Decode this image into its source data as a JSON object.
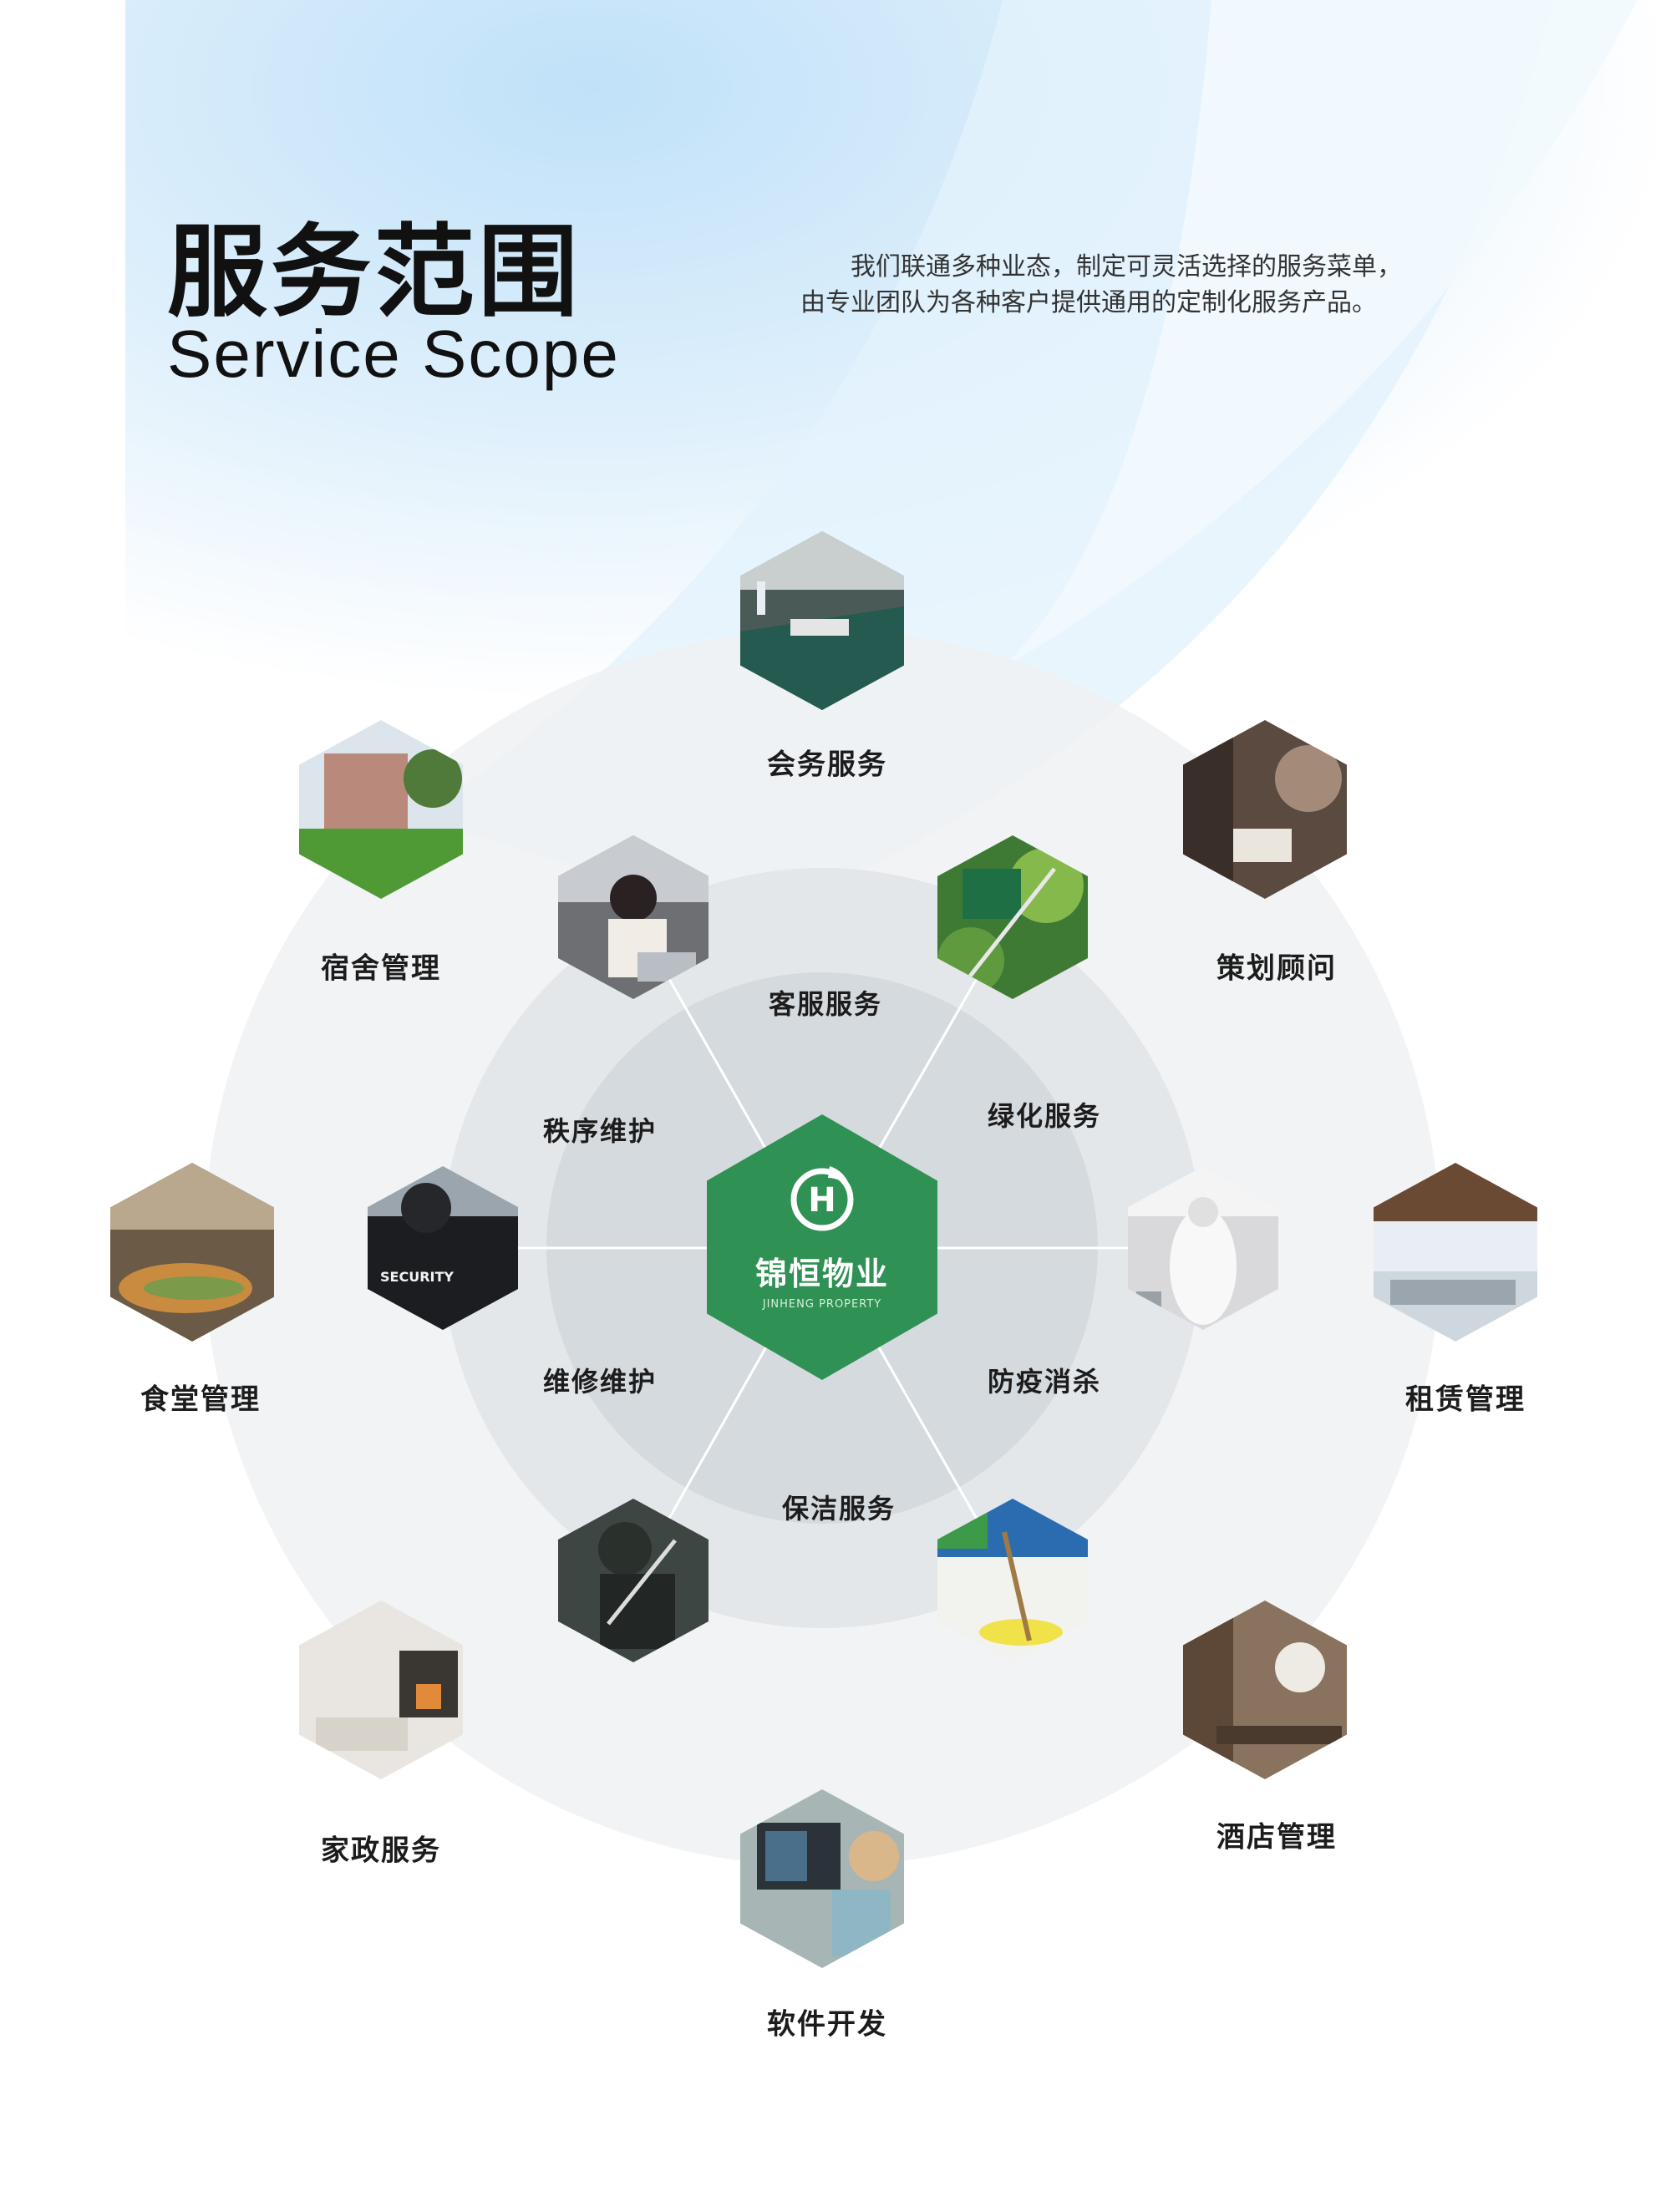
{
  "header": {
    "title_cn": "服务范围",
    "title_en": "Service Scope",
    "intro": "我们联通多种业态，制定可灵活选择的服务菜单，由专业团队为各种客户提供通用的定制化服务产品。"
  },
  "center": {
    "name": "锦恒物业",
    "sub": "JINHENG PROPERTY",
    "logo_letter": "H",
    "color": "#2f9153"
  },
  "inner_services": [
    {
      "label": "客服服务",
      "icon": "customer-service-photo"
    },
    {
      "label": "绿化服务",
      "icon": "gardening-photo"
    },
    {
      "label": "防疫消杀",
      "icon": "disinfection-photo"
    },
    {
      "label": "保洁服务",
      "icon": "cleaning-photo"
    },
    {
      "label": "维修维护",
      "icon": "repair-photo"
    },
    {
      "label": "秩序维护",
      "icon": "security-photo"
    }
  ],
  "outer_services": [
    {
      "label": "会务服务",
      "icon": "conference-photo"
    },
    {
      "label": "策划顾问",
      "icon": "consulting-photo"
    },
    {
      "label": "租赁管理",
      "icon": "leasing-photo"
    },
    {
      "label": "酒店管理",
      "icon": "hotel-photo"
    },
    {
      "label": "软件开发",
      "icon": "software-photo"
    },
    {
      "label": "家政服务",
      "icon": "housekeeping-photo"
    },
    {
      "label": "食堂管理",
      "icon": "canteen-photo"
    },
    {
      "label": "宿舍管理",
      "icon": "dormitory-photo"
    }
  ],
  "security_text": "SECURITY",
  "colors": {
    "brand_green": "#2f9153",
    "sky_blue": "#c9e6fa"
  }
}
